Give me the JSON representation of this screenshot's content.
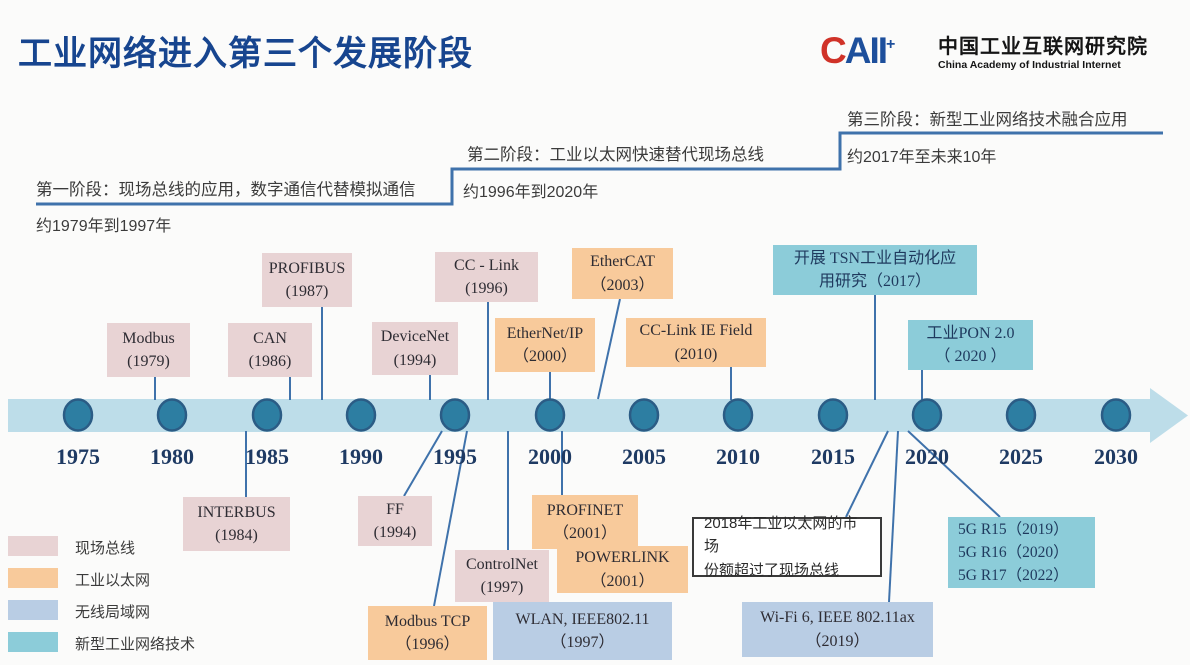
{
  "header": {
    "title": "工业网络进入第三个发展阶段",
    "logo": {
      "mark_red": "C",
      "mark_blue": "AII",
      "mark_plus": "+",
      "name_cn": "中国工业互联网研究院",
      "name_en": "China Academy of Industrial Internet"
    }
  },
  "stages": [
    {
      "label": "第一阶段：现场总线的应用，数字通信代替模拟通信",
      "period": "约1979年到1997年"
    },
    {
      "label": "第二阶段：工业以太网快速替代现场总线",
      "period": "约1996年到2020年"
    },
    {
      "label": "第三阶段：新型工业网络技术融合应用",
      "period": "约2017年至未来10年"
    }
  ],
  "timeline": {
    "years": [
      "1975",
      "1980",
      "1985",
      "1990",
      "1995",
      "2000",
      "2005",
      "2010",
      "2015",
      "2020",
      "2025",
      "2030"
    ]
  },
  "events": [
    {
      "line1": "Modbus",
      "line2": "(1979)",
      "category": "现场总线"
    },
    {
      "line1": "CAN",
      "line2": "(1986)",
      "category": "现场总线"
    },
    {
      "line1": "PROFIBUS",
      "line2": "(1987)",
      "category": "现场总线"
    },
    {
      "line1": "INTERBUS",
      "line2": "(1984)",
      "category": "现场总线"
    },
    {
      "line1": "DeviceNet",
      "line2": "(1994)",
      "category": "现场总线"
    },
    {
      "line1": "CC - Link",
      "line2": "(1996)",
      "category": "现场总线"
    },
    {
      "line1": "FF",
      "line2": "(1994)",
      "category": "现场总线"
    },
    {
      "line1": "ControlNet",
      "line2": "(1997)",
      "category": "现场总线"
    },
    {
      "line1": "EtherNet/IP",
      "line2": "（2000）",
      "category": "工业以太网"
    },
    {
      "line1": "EtherCAT",
      "line2": "（2003）",
      "category": "工业以太网"
    },
    {
      "line1": "CC-Link IE Field",
      "line2": "(2010)",
      "category": "工业以太网"
    },
    {
      "line1": "PROFINET",
      "line2": "（2001）",
      "category": "工业以太网"
    },
    {
      "line1": "POWERLINK",
      "line2": "（2001）",
      "category": "工业以太网"
    },
    {
      "line1": "Modbus TCP",
      "line2": "（1996）",
      "category": "工业以太网"
    },
    {
      "line1": "WLAN, IEEE802.11",
      "line2": "（1997）",
      "category": "无线局域网"
    },
    {
      "line1": "Wi-Fi 6, IEEE 802.11ax",
      "line2": "（2019）",
      "category": "无线局域网"
    },
    {
      "line1": "开展 TSN工业自动化应",
      "line2": "用研究（2017）",
      "category": "新型工业网络技术"
    },
    {
      "line1": "工业PON 2.0",
      "line2": "（ 2020 ）",
      "category": "新型工业网络技术"
    },
    {
      "line1": "5G R15（2019）",
      "line2": "5G R16（2020）",
      "line3": "5G R17（2022）",
      "category": "新型工业网络技术"
    }
  ],
  "market_note": {
    "line1": "2018年工业以太网的市场",
    "line2": "份额超过了现场总线"
  },
  "legend": {
    "items": [
      {
        "label": "现场总线",
        "color": "#e8d3d4"
      },
      {
        "label": "工业以太网",
        "color": "#f8ca9b"
      },
      {
        "label": "无线局域网",
        "color": "#b9cde4"
      },
      {
        "label": "新型工业网络技术",
        "color": "#8cccd9"
      }
    ]
  },
  "colors": {
    "title": "#17458f",
    "stair_line": "#3f72ab",
    "timeline_band": "#bddde9",
    "timeline_dot": "#2d7ea2"
  }
}
